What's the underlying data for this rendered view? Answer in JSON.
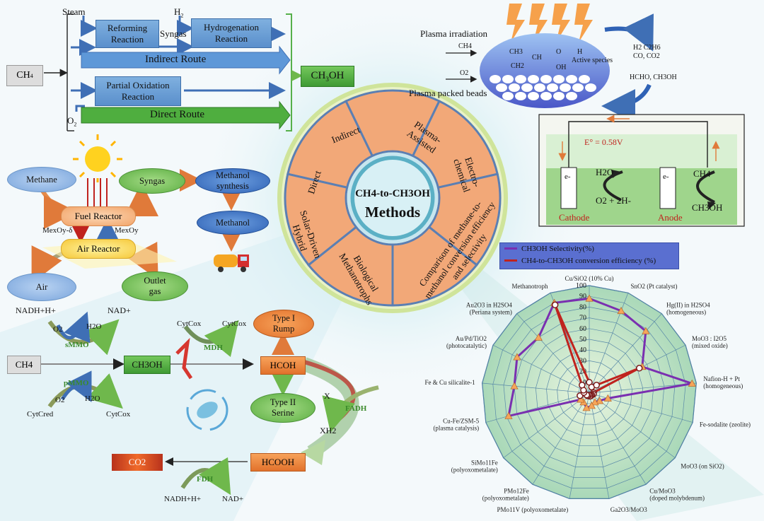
{
  "colors": {
    "blue": "#5a8fcc",
    "green": "#3f9a34",
    "orange": "#f08a3c",
    "purple": "#7a2fb0",
    "red": "#c0231e"
  },
  "indirect": {
    "steam": "Steam",
    "h2": "H",
    "h2_sub": "2",
    "reforming": [
      "Reforming",
      "Reaction"
    ],
    "syngas": "Syngas",
    "hydrogenation": [
      "Hydrogenation",
      "Reaction"
    ],
    "indirect_route": "Indirect Route",
    "ch4": "CH",
    "ch4_sub": "4",
    "ch3oh": "CH",
    "ch3oh_sub": "3",
    "ch3oh_end": "OH",
    "partial": [
      "Partial Oxidation",
      "Reaction"
    ],
    "o2": "O",
    "o2_sub": "2",
    "direct_route": "Direct Route"
  },
  "solar": {
    "methane": "Methane",
    "syngas": "Syngas",
    "fuel_reactor": "Fuel Reactor",
    "air_reactor": "Air Reactor",
    "meoy_d": "MexOy-δ",
    "meoy": "MexOy",
    "air": "Air",
    "outlet": [
      "Outlet",
      "gas"
    ],
    "methanol_synthesis": [
      "Methanol",
      "synthesis"
    ],
    "methanol": "Methanol"
  },
  "center": {
    "title": "CH4-to-CH3OH",
    "subtitle": "Methods",
    "segments": [
      "Indirect",
      "Plasma-Assisted",
      "Electro-chemical",
      "Comparison of methane-to-methanol conversion efficiency and selectivity",
      "Biological Methanotrophs",
      "Solar-Driven Hybrid",
      "Direct"
    ]
  },
  "plasma": {
    "irradiation": "Plasma irradiation",
    "packed": "Plasma packed beads",
    "ch4": "CH4",
    "o2": "O2",
    "species": [
      "CH3",
      "CH",
      "O",
      "H",
      "CH2",
      "OH",
      "Active species"
    ],
    "products1": "H2 C2H6",
    "products1b": "CO, CO2",
    "products2": "HCHO, CH3OH"
  },
  "electro": {
    "potential": "E° = 0.58V",
    "electron": "e-",
    "h2o": "H2O",
    "o2": "O2 + 2H-",
    "ch4": "CH4",
    "ch3oh": "CH3OH",
    "cathode": "Cathode",
    "anode": "Anode"
  },
  "bio": {
    "nadh": "NADH+H+",
    "nad": "NAD+",
    "o2": "O2",
    "h2o": "H2O",
    "smmo": "sMMO",
    "pmmo": "pMMO",
    "ch4": "CH4",
    "ch3oh": "CH3OH",
    "cytcred": "CytCred",
    "cytcox": "CytCox",
    "cytcox1": "CytCox",
    "cytcox2": "CytCox",
    "mdh": "MDH",
    "hcoh": "HCOH",
    "type1": [
      "Type I",
      "Rump"
    ],
    "type2": [
      "Type II",
      "Serine"
    ],
    "x": "X",
    "xh2": "XH2",
    "fadh": "FADH",
    "hcooh": "HCOOH",
    "co2": "CO2",
    "fdh": "FDH",
    "nadh2": "NADH+H+",
    "nad2": "NAD+"
  },
  "chart_data": {
    "type": "radar",
    "legend": [
      "CH3OH Selectivity(%)",
      "CH4-to-CH3OH conversion efficiency (%)"
    ],
    "series_colors": [
      "#7a2fb0",
      "#c0231e"
    ],
    "rmax": 100,
    "ticks": [
      0,
      10,
      20,
      30,
      40,
      50,
      60,
      70,
      80,
      90,
      100
    ],
    "categories": [
      "Cu/SiO2 (10% Cu)",
      "SnO2 (Pt catalyst)",
      "Hg(II) in H2SO4 (homogeneous)",
      "MoO3 : I2O5 (mixed oxide)",
      "Nafion-H + Pt (homogeneous)",
      "Fe-sodalite (zeolite)",
      "MoO3 (on SiO2)",
      "Cu/MoO3 (doped molybdenum)",
      "Ga2O3/MoO3",
      "PMo11V (polyoxometalate)",
      "PMo12Fe (polyoxometalate)",
      "SiMo11Fe (polyoxometalate)",
      "Cu-Fe/ZSM-5 (plasma catalysis)",
      "Fe & Cu silicalite-1",
      "Au/Pd/TiO2 (photocatalytic)",
      "Au2O3 in H2SO4 (Periana system)",
      "Methanotroph"
    ],
    "selectivity": [
      88,
      82,
      78,
      55,
      96,
      18,
      12,
      10,
      12,
      14,
      10,
      10,
      78,
      70,
      75,
      70,
      90
    ],
    "conversion": [
      10,
      6,
      10,
      52,
      4,
      4,
      3,
      3,
      3,
      2,
      3,
      3,
      9,
      5,
      6,
      10,
      88
    ]
  }
}
